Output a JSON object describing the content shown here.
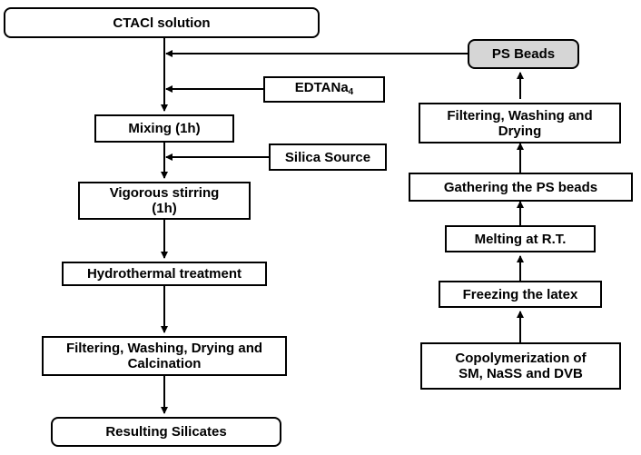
{
  "diagram": {
    "left_flow": {
      "start": "CTACl solution",
      "edta": {
        "base": "EDTANa",
        "subscript": "4"
      },
      "mixing": "Mixing  (1h)",
      "silica": "Silica Source",
      "stirring_line1": "Vigorous stirring",
      "stirring_line2": "(1h)",
      "hydrothermal": "Hydrothermal treatment",
      "filtering_line1": "Filtering, Washing, Drying and",
      "filtering_line2": "Calcination",
      "result": "Resulting Silicates"
    },
    "right_flow": {
      "copoly_line1": "Copolymerization of",
      "copoly_line2": "SM, NaSS and DVB",
      "freezing": "Freezing the latex",
      "melting": "Melting at R.T.",
      "gathering": "Gathering the  PS beads",
      "filtering_line1": "Filtering, Washing and",
      "filtering_line2": "Drying",
      "ps_beads": "PS Beads"
    }
  }
}
